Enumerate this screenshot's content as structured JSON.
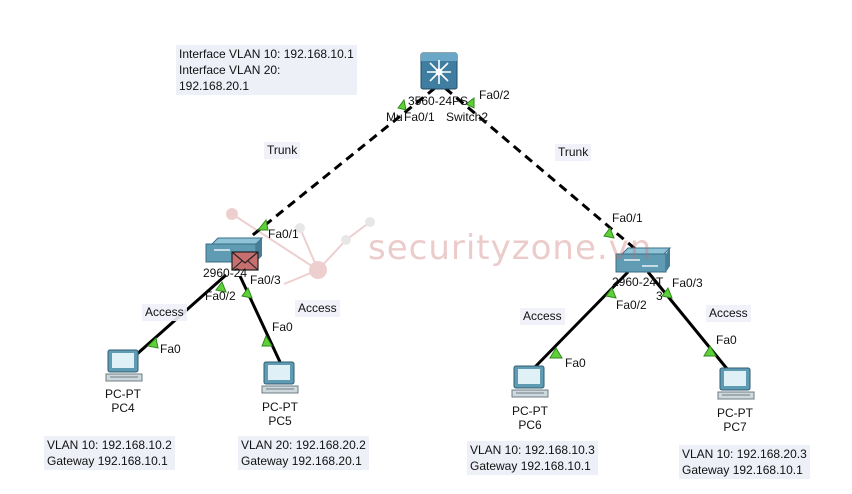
{
  "notes": {
    "multilayer": [
      "Interface VLAN 10: 192.168.10.1",
      "Interface VLAN 20:",
      "192.168.20.1"
    ],
    "pc4": [
      "VLAN 10: 192.168.10.2",
      "Gateway 192.168.10.1"
    ],
    "pc5": [
      "VLAN 20: 192.168.20.2",
      "Gateway 192.168.20.1"
    ],
    "pc6": [
      "VLAN 10: 192.168.10.3",
      "Gateway 192.168.10.1"
    ],
    "pc7": [
      "VLAN 10: 192.168.20.3",
      "Gateway 192.168.10.1"
    ]
  },
  "devices": {
    "multilayer_switch": {
      "model": "3560-24PS",
      "name_partial": "Mu",
      "name": "Switch2",
      "icon": "multilayer-switch-icon"
    },
    "left_switch": {
      "model": "2960-24",
      "name_partial": "-",
      "icon": "switch-icon"
    },
    "right_switch": {
      "model": "2960-24T",
      "name_partial": "3",
      "icon": "switch-icon"
    },
    "pc4": {
      "type": "PC-PT",
      "name": "PC4",
      "icon": "pc-icon"
    },
    "pc5": {
      "type": "PC-PT",
      "name": "PC5",
      "icon": "pc-icon"
    },
    "pc6": {
      "type": "PC-PT",
      "name": "PC6",
      "icon": "pc-icon"
    },
    "pc7": {
      "type": "PC-PT",
      "name": "PC7",
      "icon": "pc-icon"
    }
  },
  "links": {
    "trunk_left": {
      "label": "Trunk",
      "port_a": "Fa0/1",
      "port_b": "Fa0/1"
    },
    "trunk_right": {
      "label": "Trunk",
      "port_a": "Fa0/2",
      "port_b": "Fa0/1"
    },
    "access_pc4": {
      "label": "Access",
      "port_switch": "Fa0/2",
      "port_pc": "Fa0"
    },
    "access_pc5": {
      "label": "Access",
      "port_switch": "Fa0/3",
      "port_pc": "Fa0"
    },
    "access_pc6": {
      "label": "Access",
      "port_switch": "Fa0/2",
      "port_pc": "Fa0"
    },
    "access_pc7": {
      "label": "Access",
      "port_switch": "Fa0/3",
      "port_pc": "Fa0"
    }
  },
  "watermark": "securityzone.vn",
  "colors": {
    "link": "#000000",
    "port_up": "#5fcf3a",
    "switch_body": "#5f9bb3",
    "multilayer_body": "#3f7ea0",
    "pdu_envelope": "#c76e6e",
    "note_bg": "#eef0f8"
  }
}
